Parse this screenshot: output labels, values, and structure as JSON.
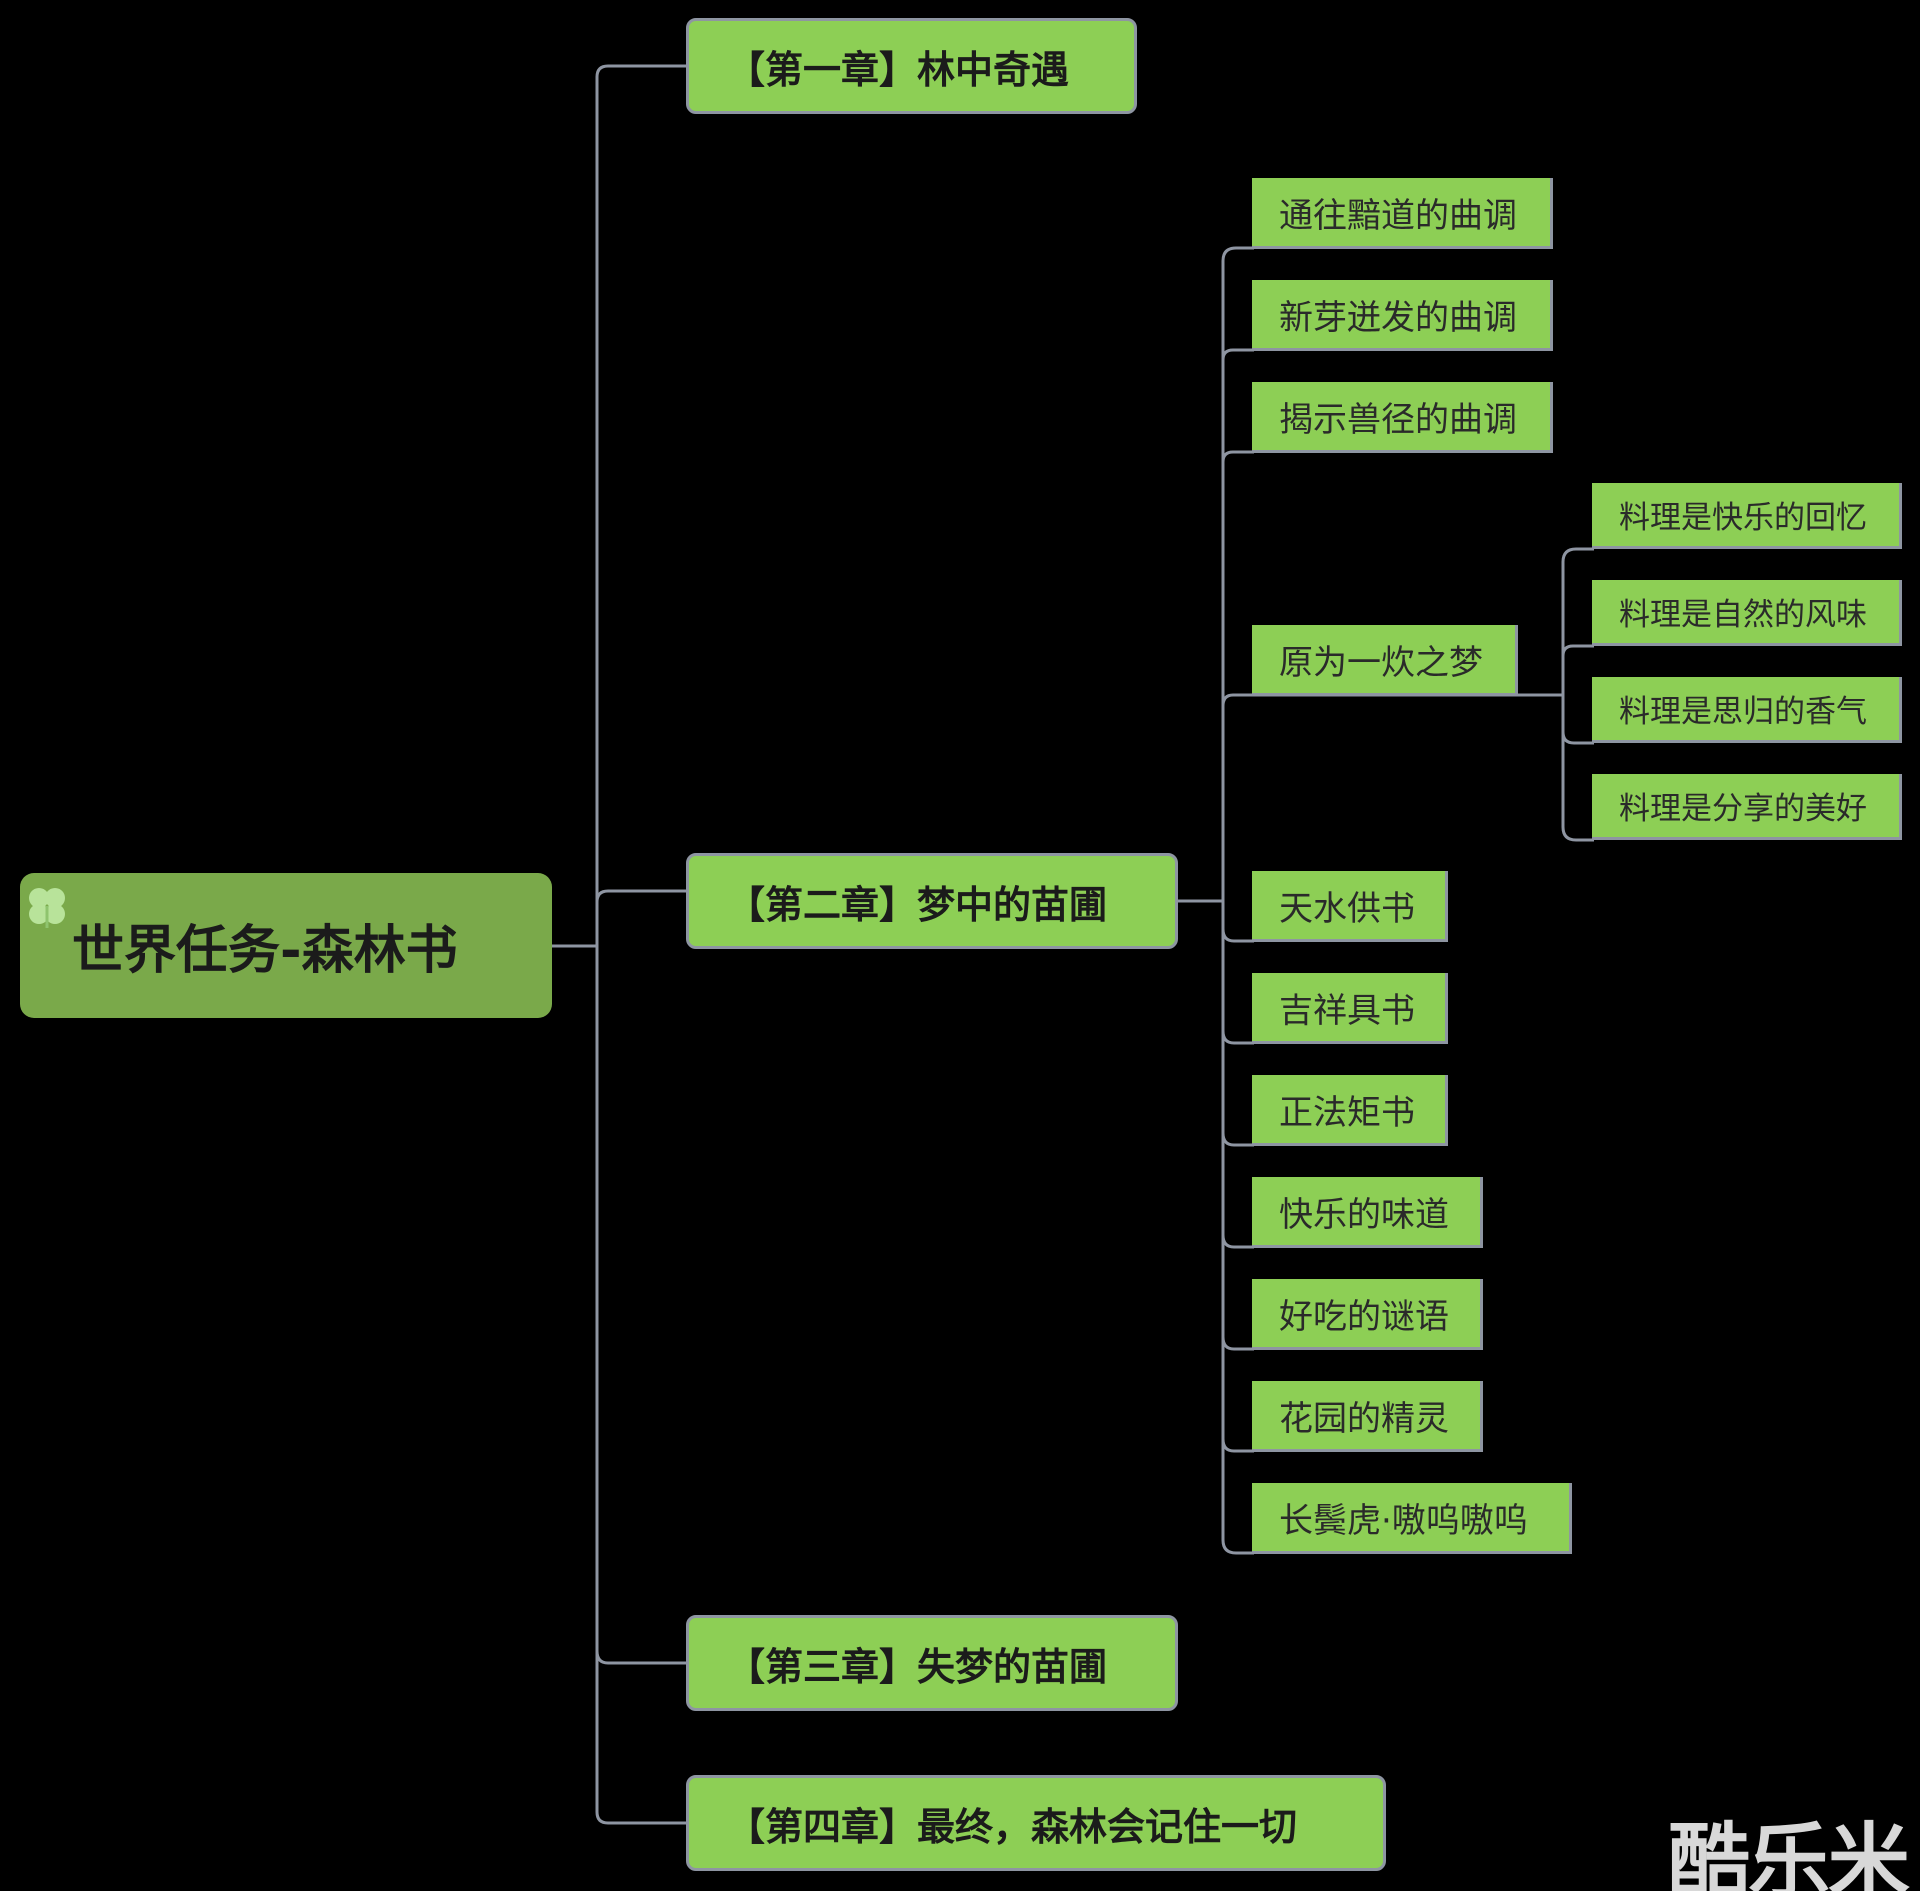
{
  "root": {
    "label": "世界任务-森林书"
  },
  "chapters": [
    {
      "label": "【第一章】林中奇遇"
    },
    {
      "label": "【第二章】梦中的苗圃"
    },
    {
      "label": "【第三章】失梦的苗圃"
    },
    {
      "label": "【第四章】最终，森林会记住一切"
    }
  ],
  "chapter2_items": [
    {
      "label": "通往黯道的曲调"
    },
    {
      "label": "新芽迸发的曲调"
    },
    {
      "label": "揭示兽径的曲调"
    },
    {
      "label": "原为一炊之梦"
    },
    {
      "label": "天水供书"
    },
    {
      "label": "吉祥具书"
    },
    {
      "label": "正法矩书"
    },
    {
      "label": "快乐的味道"
    },
    {
      "label": "好吃的谜语"
    },
    {
      "label": "花园的精灵"
    },
    {
      "label": "长鬓虎·嗷呜嗷呜"
    }
  ],
  "dream_items": [
    {
      "label": "料理是快乐的回忆"
    },
    {
      "label": "料理是自然的风味"
    },
    {
      "label": "料理是思归的香气"
    },
    {
      "label": "料理是分享的美好"
    }
  ],
  "watermark": {
    "text": "酷乐米"
  },
  "colors": {
    "background": "#000000",
    "root_fill": "#7aa94a",
    "node_fill": "#8dcf55",
    "connector": "#8e95a2",
    "watermark": "#d8d8d8"
  },
  "icons": {
    "root_badge": "clover-icon"
  }
}
